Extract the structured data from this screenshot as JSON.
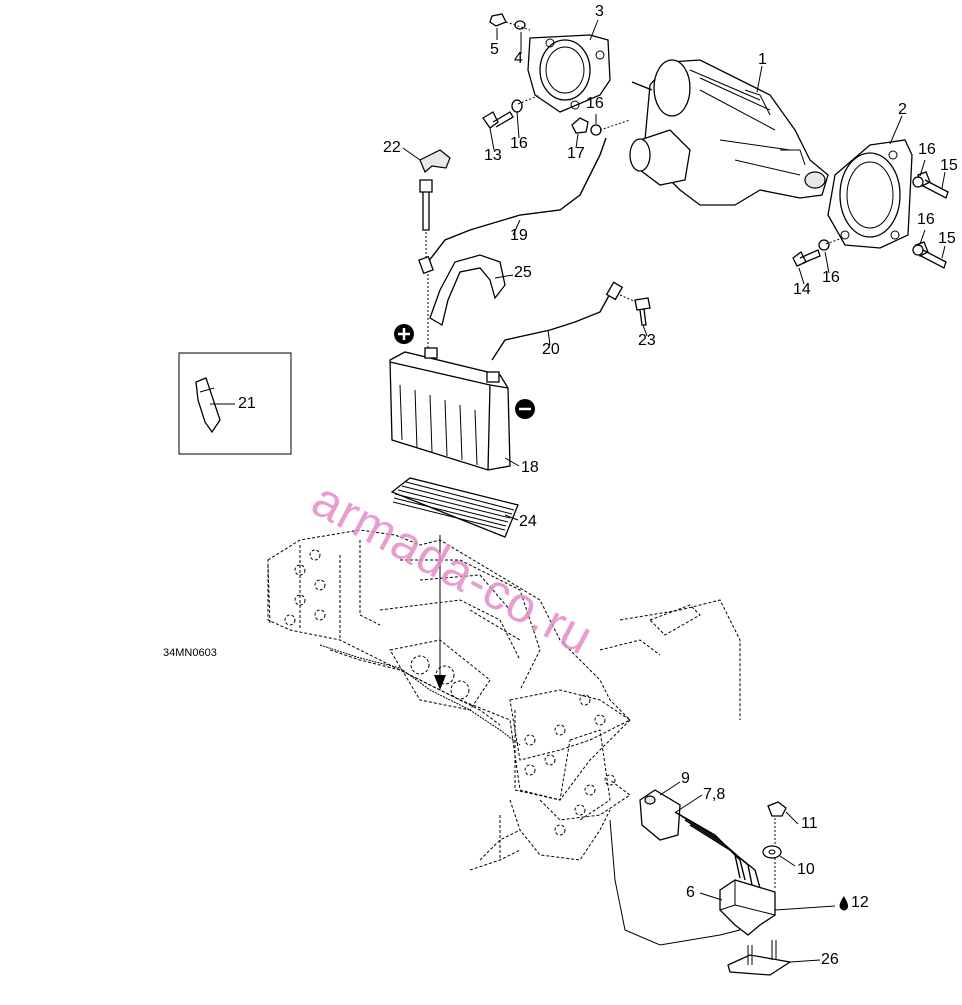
{
  "diagram": {
    "figure_code": "34MN0603",
    "watermark": "armada-co.ru",
    "callouts": [
      {
        "id": "c1",
        "text": "1"
      },
      {
        "id": "c2",
        "text": "2"
      },
      {
        "id": "c3",
        "text": "3"
      },
      {
        "id": "c4",
        "text": "4"
      },
      {
        "id": "c5",
        "text": "5"
      },
      {
        "id": "c6",
        "text": "6"
      },
      {
        "id": "c78",
        "text": "7,8"
      },
      {
        "id": "c9",
        "text": "9"
      },
      {
        "id": "c10",
        "text": "10"
      },
      {
        "id": "c11",
        "text": "11"
      },
      {
        "id": "c12",
        "text": "12"
      },
      {
        "id": "c13",
        "text": "13"
      },
      {
        "id": "c14",
        "text": "14"
      },
      {
        "id": "c15a",
        "text": "15"
      },
      {
        "id": "c15b",
        "text": "15"
      },
      {
        "id": "c16a",
        "text": "16"
      },
      {
        "id": "c16b",
        "text": "16"
      },
      {
        "id": "c16c",
        "text": "16"
      },
      {
        "id": "c16d",
        "text": "16"
      },
      {
        "id": "c16e",
        "text": "16"
      },
      {
        "id": "c17",
        "text": "17"
      },
      {
        "id": "c18",
        "text": "18"
      },
      {
        "id": "c19",
        "text": "19"
      },
      {
        "id": "c20",
        "text": "20"
      },
      {
        "id": "c21",
        "text": "21"
      },
      {
        "id": "c22",
        "text": "22"
      },
      {
        "id": "c23",
        "text": "23"
      },
      {
        "id": "c24",
        "text": "24"
      },
      {
        "id": "c25",
        "text": "25"
      },
      {
        "id": "c26",
        "text": "26"
      }
    ],
    "symbols": {
      "positive": "+",
      "negative": "−"
    }
  }
}
